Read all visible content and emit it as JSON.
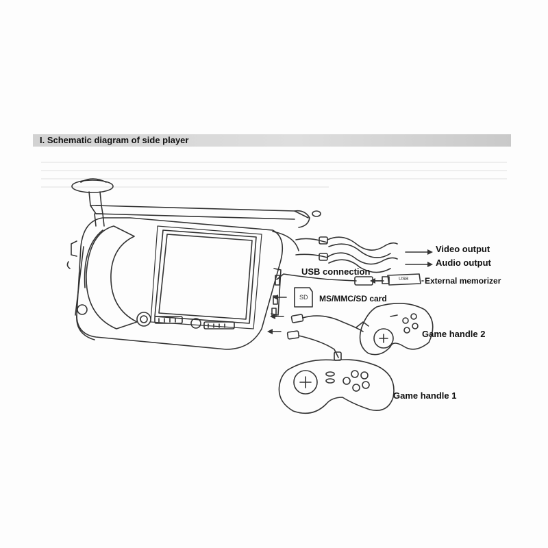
{
  "header": {
    "title": "I. Schematic diagram of side player"
  },
  "labels": {
    "video_output": "Video output",
    "audio_output": "Audio output",
    "usb_connection": "USB connection",
    "external_memorizer": "External memorizer",
    "card_slot": "MS/MMC/SD card",
    "game_handle_2": "Game handle 2",
    "game_handle_1": "Game handle 1"
  },
  "device_marks": {
    "usb_stick": "USB",
    "card": "SD"
  },
  "colors": {
    "header_bg": "#d6d6d6",
    "line": "#333333",
    "text": "#111111"
  }
}
